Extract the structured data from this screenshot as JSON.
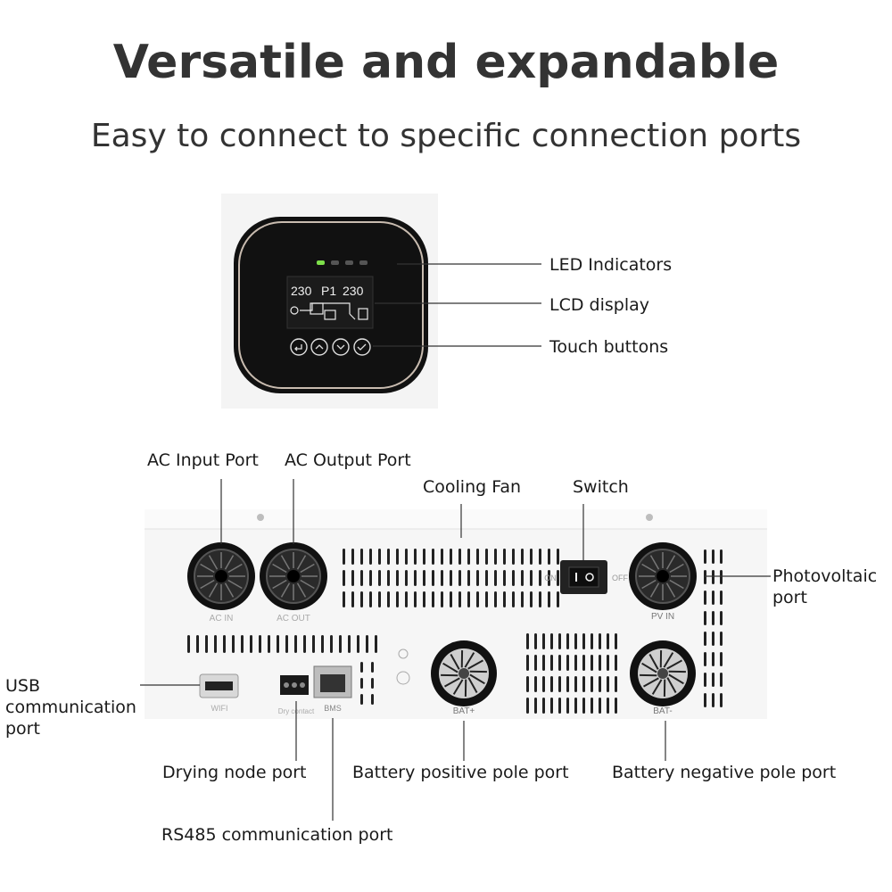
{
  "heading": {
    "title": "Versatile and expandable",
    "subtitle": "Easy to connect to specific connection ports"
  },
  "front_panel": {
    "labels": {
      "led": "LED Indicators",
      "lcd": "LCD display",
      "touch": "Touch buttons"
    },
    "lcd": {
      "left_value": "230",
      "mode": "P1",
      "right_value": "230"
    },
    "led_colors": [
      "#7de04a",
      "#555555",
      "#555555",
      "#555555"
    ]
  },
  "bottom_panel": {
    "labels": {
      "ac_input": "AC Input Port",
      "ac_output": "AC Output Port",
      "cooling_fan": "Cooling Fan",
      "switch": "Switch",
      "photovoltaic": "Photovoltaic port",
      "usb": "USB communication port",
      "drying": "Drying node port",
      "battery_pos": "Battery positive pole port",
      "battery_neg": "Battery negative pole port",
      "rs485": "RS485 communication port"
    },
    "imprints": {
      "ac_in": "AC IN",
      "ac_out": "AC OUT",
      "pv_in": "PV IN",
      "bat_pos": "BAT+",
      "bat_neg": "BAT-",
      "wifi": "WIFI",
      "dry_contact": "Dry contact",
      "bms": "BMS",
      "on": "ON",
      "off": "OFF"
    }
  }
}
